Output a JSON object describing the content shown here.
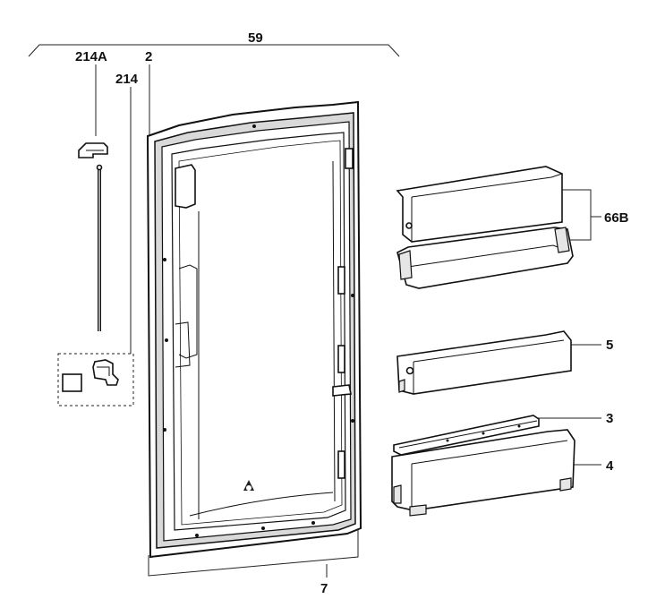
{
  "labels": {
    "l59": "59",
    "l214a": "214A",
    "l2": "2",
    "l214": "214",
    "l66b": "66B",
    "l5": "5",
    "l3": "3",
    "l4": "4",
    "l7": "7"
  }
}
